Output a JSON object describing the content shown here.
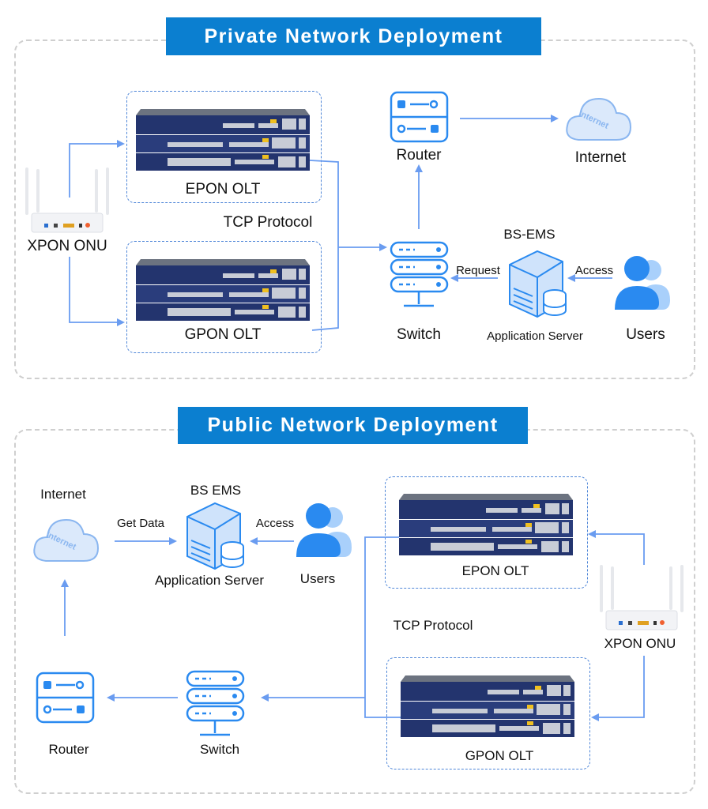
{
  "colors": {
    "banner": "#0b7fd0",
    "icon": "#2a8af0",
    "line": "#6a9cf0",
    "olt": "#23346e"
  },
  "private": {
    "title": "Private Network Deployment",
    "epon_label": "EPON OLT",
    "gpon_label": "GPON OLT",
    "onu_label": "XPON ONU",
    "tcp_label": "TCP Protocol",
    "router_label": "Router",
    "internet_label": "Internet",
    "switch_label": "Switch",
    "ems_label": "BS-EMS",
    "server_label": "Application Server",
    "users_label": "Users",
    "request_label": "Request",
    "access_label": "Access",
    "cloud_text": "Internet"
  },
  "public": {
    "title": "Public Network Deployment",
    "internet_label": "Internet",
    "getdata_label": "Get Data",
    "ems_label": "BS EMS",
    "server_label": "Application Server",
    "access_label": "Access",
    "users_label": "Users",
    "epon_label": "EPON OLT",
    "tcp_label": "TCP Protocol",
    "onu_label": "XPON ONU",
    "gpon_label": "GPON OLT",
    "router_label": "Router",
    "switch_label": "Switch",
    "cloud_text": "Internet"
  }
}
